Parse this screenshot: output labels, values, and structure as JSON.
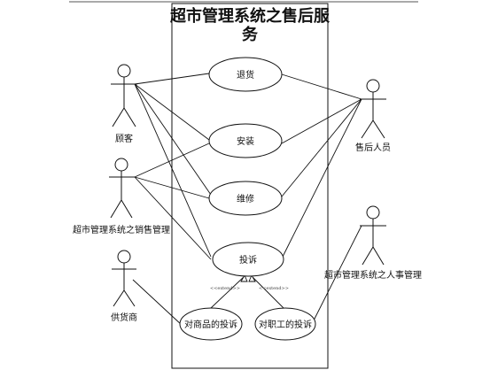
{
  "title": [
    "超市管理系统之售后服",
    "务"
  ],
  "use_cases": {
    "return": "退货",
    "install": "安装",
    "repair": "维修",
    "complaint": "投诉",
    "product_complaint": "对商品的投诉",
    "staff_complaint": "对职工的投诉"
  },
  "actors": {
    "customer": "顾客",
    "sales_management": "超市管理系统之销售管理",
    "supplier": "供货商",
    "after_sales_staff": "售后人员",
    "hr_management": "超市管理系统之人事管理"
  },
  "generalization_labels": [
    "<<extend>>",
    "<<extend>>"
  ]
}
